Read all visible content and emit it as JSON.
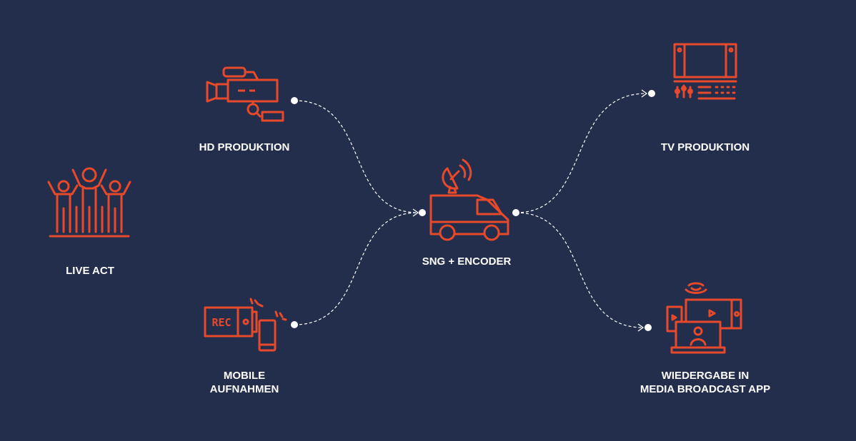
{
  "colors": {
    "background": "#222e4c",
    "accent": "#e8492b",
    "text": "#ffffff",
    "connector": "#ffffff"
  },
  "nodes": {
    "live_act": {
      "label": "LIVE ACT",
      "icon": "crowd-icon"
    },
    "hd_produktion": {
      "label": "HD PRODUKTION",
      "icon": "video-camera-icon"
    },
    "mobile_aufnahmen": {
      "label_line1": "MOBILE",
      "label_line2": "AUFNAHMEN",
      "icon": "rec-camera-phone-icon"
    },
    "sng_encoder": {
      "label": "SNG + ENCODER",
      "icon": "satellite-van-icon"
    },
    "tv_produktion": {
      "label": "TV PRODUKTION",
      "icon": "tv-studio-icon"
    },
    "wiedergabe": {
      "label_line1": "WIEDERGABE IN",
      "label_line2": "MEDIA BROADCAST APP",
      "icon": "multi-device-icon"
    }
  },
  "icon_text": {
    "rec": "REC"
  }
}
